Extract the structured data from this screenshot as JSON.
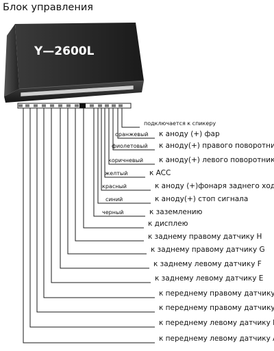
{
  "title": "Блок управления",
  "device_label": "Y—2600L",
  "connections": [
    {
      "tag": "",
      "text": "подключается к спикеру"
    },
    {
      "tag": "оранжевый",
      "text": "к аноду (+) фар"
    },
    {
      "tag": "фиолетовый",
      "text": "к аноду(+) правого поворотника"
    },
    {
      "tag": "коричневый",
      "text": "к аноду(+) левого поворотника"
    },
    {
      "tag": "желтый",
      "text": "к ACC"
    },
    {
      "tag": "красный",
      "text": "к аноду (+)фонаря заднего хода"
    },
    {
      "tag": "синий",
      "text": "к аноду(+) стоп сигнала"
    },
    {
      "tag": "черный",
      "text": "к заземлению"
    },
    {
      "tag": "",
      "text": "к дисплею"
    },
    {
      "tag": "",
      "text": "к заднему правому датчику H"
    },
    {
      "tag": "",
      "text": "к заднему правому датчику G"
    },
    {
      "tag": "",
      "text": "к заднему левому датчику F"
    },
    {
      "tag": "",
      "text": "к заднему левому  датчику E"
    },
    {
      "tag": "",
      "text": "к переднему правому датчику D"
    },
    {
      "tag": "",
      "text": "к переднему правому датчику C"
    },
    {
      "tag": "",
      "text": "к переднему левому датчику B"
    },
    {
      "tag": "",
      "text": "к переднему левому датчику A"
    }
  ]
}
